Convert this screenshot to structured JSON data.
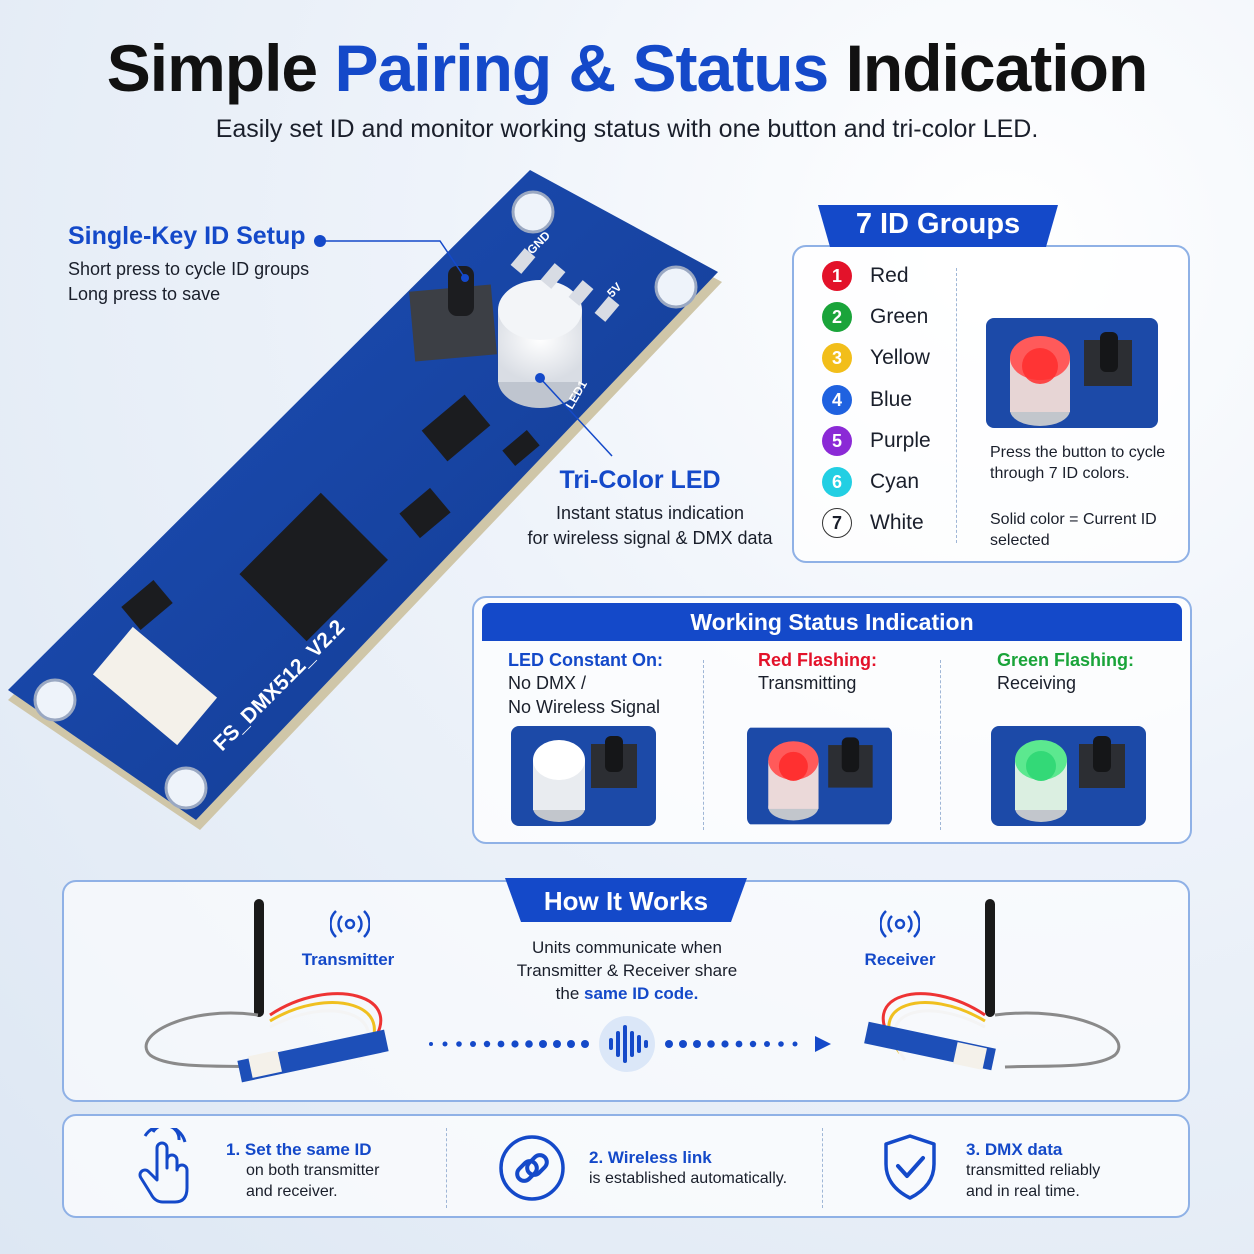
{
  "title": {
    "part1": "Simple",
    "part2": "Pairing & Status",
    "part3": "Indication"
  },
  "subtitle": "Easily set ID and monitor working status with one button and tri-color LED.",
  "board": {
    "silk_name": "FS_DMX512_V2.2",
    "gnd": "GND",
    "v5": "5V",
    "led": "LED1"
  },
  "callouts": {
    "key": {
      "title": "Single-Key ID Setup",
      "line1": "Short press to cycle ID groups",
      "line2": "Long press to save"
    },
    "led": {
      "title": "Tri-Color LED",
      "line1": "Instant status indication",
      "line2": "for wireless signal & DMX data"
    }
  },
  "id_groups": {
    "title": "7 ID Groups",
    "items": [
      {
        "num": "1",
        "name": "Red",
        "color": "#e3122a"
      },
      {
        "num": "2",
        "name": "Green",
        "color": "#1aa43a"
      },
      {
        "num": "3",
        "name": "Yellow",
        "color": "#f2be1a"
      },
      {
        "num": "4",
        "name": "Blue",
        "color": "#1f62e0"
      },
      {
        "num": "5",
        "name": "Purple",
        "color": "#8b2ad6"
      },
      {
        "num": "6",
        "name": "Cyan",
        "color": "#22cfe3"
      },
      {
        "num": "7",
        "name": "White",
        "color": "#ffffff"
      }
    ],
    "note1": "Press the button to cycle through 7 ID colors.",
    "note2": "Solid color = Current ID selected"
  },
  "working_status": {
    "title": "Working Status Indication",
    "cols": [
      {
        "title": "LED Constant On:",
        "title_color": "#1449c9",
        "line1": "No DMX /",
        "line2": "No Wireless Signal",
        "led_color": "#ffffff"
      },
      {
        "title": "Red Flashing:",
        "title_color": "#e3122a",
        "line1": "Transmitting",
        "line2": "",
        "led_color": "#ff3a3a"
      },
      {
        "title": "Green Flashing:",
        "title_color": "#1aa43a",
        "line1": "Receiving",
        "line2": "",
        "led_color": "#3fe07a"
      }
    ]
  },
  "how_it_works": {
    "title": "How It Works",
    "desc1": "Units communicate when",
    "desc2": "Transmitter & Receiver share",
    "desc3a": "the",
    "desc3b": "same ID code.",
    "transmitter": "Transmitter",
    "receiver": "Receiver"
  },
  "steps": [
    {
      "title": "1. Set the same ID",
      "line1": "on both transmitter",
      "line2": "and receiver.",
      "icon": "tap-icon"
    },
    {
      "title": "2. Wireless link",
      "line1": "is established automatically.",
      "line2": "",
      "icon": "link-icon"
    },
    {
      "title": "3. DMX data",
      "line1": "transmitted reliably",
      "line2": "and in real time.",
      "icon": "shield-check-icon"
    }
  ]
}
